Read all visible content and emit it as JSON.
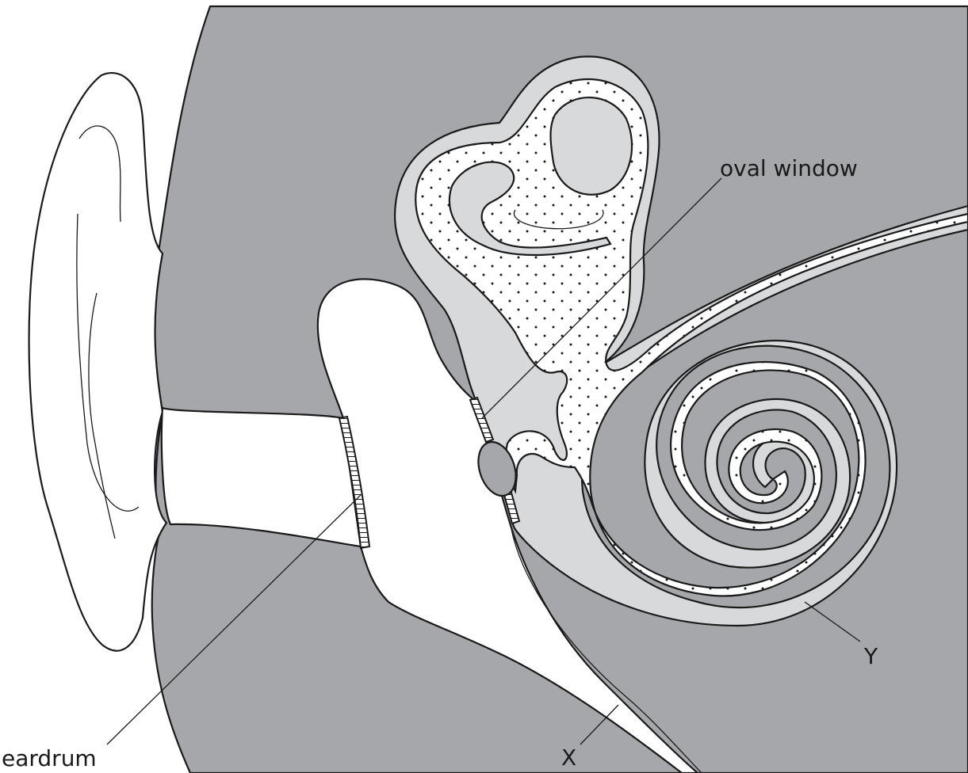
{
  "labels": {
    "oval_window": "oval window",
    "eardrum": "eardrum",
    "x": "X",
    "y": "Y"
  },
  "colors": {
    "tissue": "#a6a7aa",
    "fluid": "#d8d9da",
    "canal": "#ffffff",
    "line": "#1a1a1a"
  }
}
